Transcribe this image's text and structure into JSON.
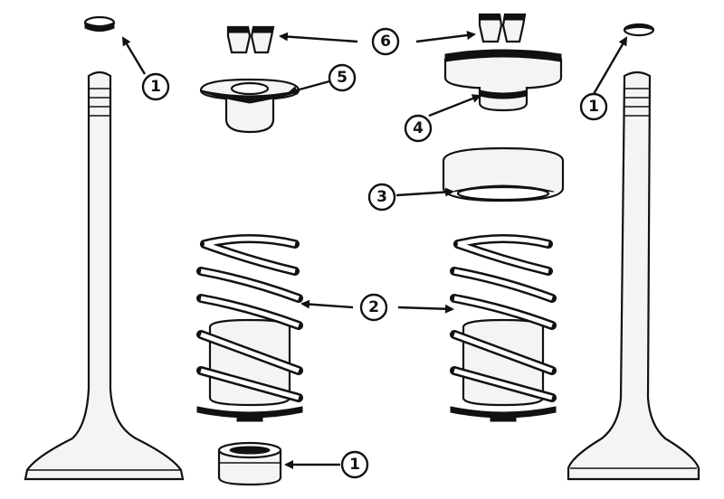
{
  "callouts": {
    "c1_top_left": "1",
    "c1_top_right": "1",
    "c1_bottom": "1",
    "c2": "2",
    "c3": "3",
    "c4": "4",
    "c5": "5",
    "c6": "6"
  },
  "colors": {
    "ink": "#111111",
    "paper": "#ffffff"
  }
}
